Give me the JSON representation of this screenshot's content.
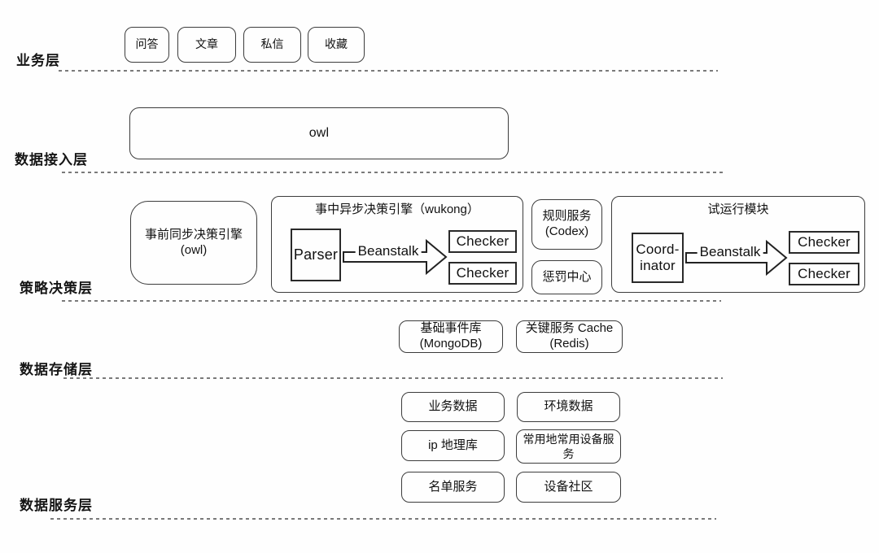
{
  "layers": [
    {
      "label": "业务层"
    },
    {
      "label": "数据接入层"
    },
    {
      "label": "策略决策层"
    },
    {
      "label": "数据存储层"
    },
    {
      "label": "数据服务层"
    }
  ],
  "business": {
    "items": [
      "问答",
      "文章",
      "私信",
      "收藏"
    ]
  },
  "access": {
    "owl_label": "owl"
  },
  "strategy": {
    "pre_engine": {
      "line1": "事前同步决策引擎",
      "line2": "(owl)"
    },
    "wukong": {
      "title": "事中异步决策引擎（wukong）",
      "parser": "Parser",
      "beanstalk": "Beanstalk",
      "checker1": "Checker",
      "checker2": "Checker"
    },
    "codex": {
      "line1": "规则服务",
      "line2": "(Codex)"
    },
    "punish": "惩罚中心",
    "trial": {
      "title": "试运行模块",
      "coordinator_line1": "Coord-",
      "coordinator_line2": "inator",
      "beanstalk": "Beanstalk",
      "checker1": "Checker",
      "checker2": "Checker"
    }
  },
  "storage": {
    "mongo": {
      "line1": "基础事件库",
      "line2": "(MongoDB)"
    },
    "redis": {
      "line1": "关键服务 Cache",
      "line2": "(Redis)"
    }
  },
  "service": {
    "items": [
      [
        "业务数据",
        "环境数据"
      ],
      [
        "ip 地理库",
        "常用地常用设备服务"
      ],
      [
        "名单服务",
        "设备社区"
      ]
    ]
  }
}
